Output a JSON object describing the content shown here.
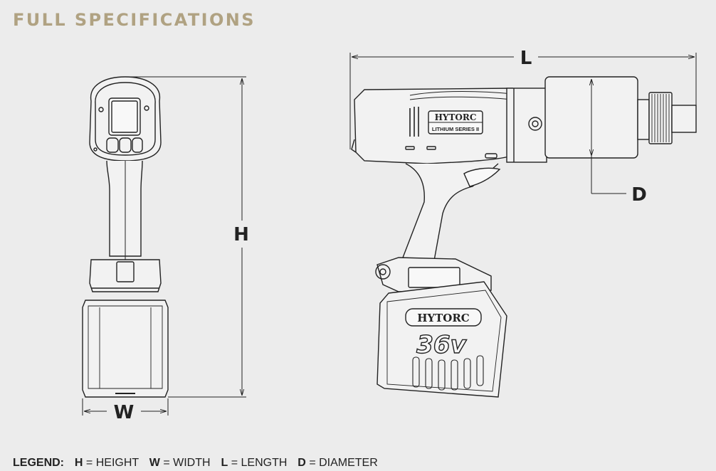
{
  "header": {
    "title": "FULL SPECIFICATIONS"
  },
  "diagram": {
    "labels": {
      "height": "H",
      "width": "W",
      "length": "L",
      "diameter": "D"
    },
    "brand_front_panel": "HYTORC",
    "series_label": "LITHIUM SERIES II",
    "battery_brand": "HYTORC",
    "battery_voltage": "36v"
  },
  "legend": {
    "prefix": "LEGEND:",
    "items": [
      {
        "key": "H",
        "text": "= HEIGHT"
      },
      {
        "key": "W",
        "text": "= WIDTH"
      },
      {
        "key": "L",
        "text": "= LENGTH"
      },
      {
        "key": "D",
        "text": "= DIAMETER"
      }
    ]
  },
  "colors": {
    "title": "#b0a282",
    "background": "#ececec",
    "line": "#222222"
  }
}
